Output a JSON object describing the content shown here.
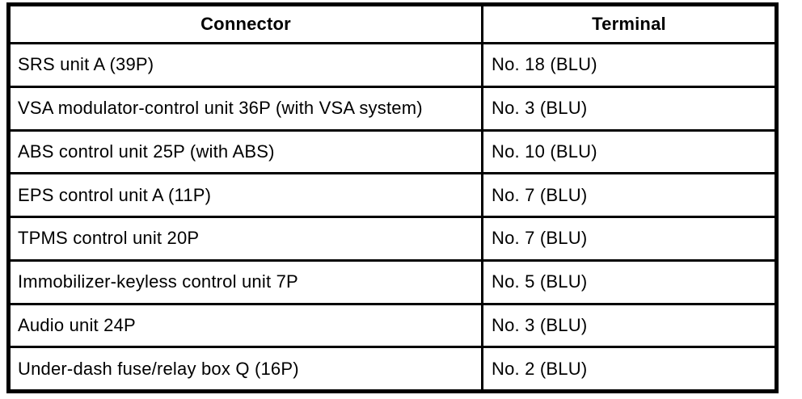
{
  "table": {
    "headers": [
      "Connector",
      "Terminal"
    ],
    "rows": [
      {
        "connector": "SRS unit A (39P)",
        "terminal": "No. 18 (BLU)"
      },
      {
        "connector": "VSA modulator-control unit 36P (with VSA system)",
        "terminal": "No. 3 (BLU)"
      },
      {
        "connector": "ABS control unit 25P (with ABS)",
        "terminal": "No. 10 (BLU)"
      },
      {
        "connector": "EPS control unit A (11P)",
        "terminal": "No. 7 (BLU)"
      },
      {
        "connector": "TPMS control unit 20P",
        "terminal": "No. 7 (BLU)"
      },
      {
        "connector": "Immobilizer-keyless control unit 7P",
        "terminal": "No. 5 (BLU)"
      },
      {
        "connector": "Audio unit 24P",
        "terminal": "No. 3 (BLU)"
      },
      {
        "connector": "Under-dash fuse/relay box Q (16P)",
        "terminal": "No. 2 (BLU)"
      }
    ],
    "colors": {
      "border": "#000000",
      "background": "#ffffff",
      "text": "#000000"
    }
  }
}
